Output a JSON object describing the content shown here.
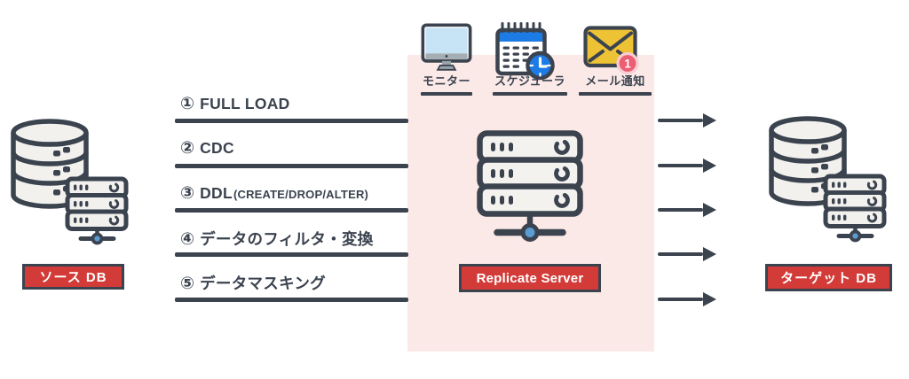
{
  "colors": {
    "outline": "#3b434f",
    "red": "#d33b38",
    "panel_pink": "#fbe9e7",
    "screen_blue": "#c6e4f6",
    "accent_blue": "#1c7be4",
    "node_blue": "#5a9dd2",
    "envelope_yellow": "#eec235",
    "badge_pink": "#ec5e72",
    "badge_ring": "#f7ccd3",
    "fill_light": "#f2f1ee",
    "server_fill": "#f3f2ef",
    "monitor_gray": "#a6aeb5",
    "monitor_gray_dark": "#99a2a9"
  },
  "source": {
    "label": "ソース DB"
  },
  "target": {
    "label": "ターゲット DB"
  },
  "replicate_server": {
    "label": "Replicate Server"
  },
  "services": [
    {
      "label": "モニター",
      "icon": "monitor-icon"
    },
    {
      "label": "スケジューラ",
      "icon": "scheduler-icon"
    },
    {
      "label": "メール通知",
      "icon": "mail-notification-icon",
      "badge": "1"
    }
  ],
  "features": [
    {
      "num": "①",
      "main": "FULL LOAD",
      "suffix": ""
    },
    {
      "num": "②",
      "main": "CDC",
      "suffix": ""
    },
    {
      "num": "③",
      "main": "DDL",
      "suffix": "(CREATE/DROP/ALTER)"
    },
    {
      "num": "④",
      "main": "データのフィルタ・変換",
      "suffix": ""
    },
    {
      "num": "⑤",
      "main": "データマスキング",
      "suffix": ""
    }
  ]
}
